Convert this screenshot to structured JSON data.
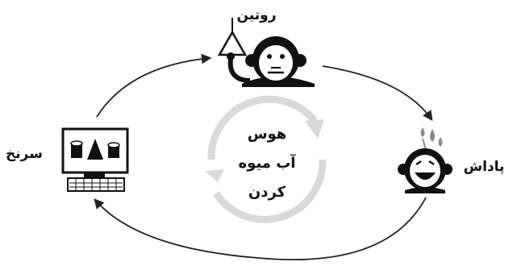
{
  "labels": {
    "routine": "روتین",
    "reward": "پاداش",
    "cue": "سرنخ"
  },
  "center": {
    "line1": "هوس",
    "line2": "آب میوه",
    "line3": "کردن"
  },
  "colors": {
    "outline": "#111111",
    "arrow": "#222222",
    "inner_cycle": "#d9d9d9",
    "droplet": "#8a8a8a",
    "background": "#ffffff"
  },
  "icons": {
    "top": "monkey-with-lever-icon",
    "right": "monkey-reward-juice-icon",
    "left": "computer-screen-shapes-icon"
  }
}
